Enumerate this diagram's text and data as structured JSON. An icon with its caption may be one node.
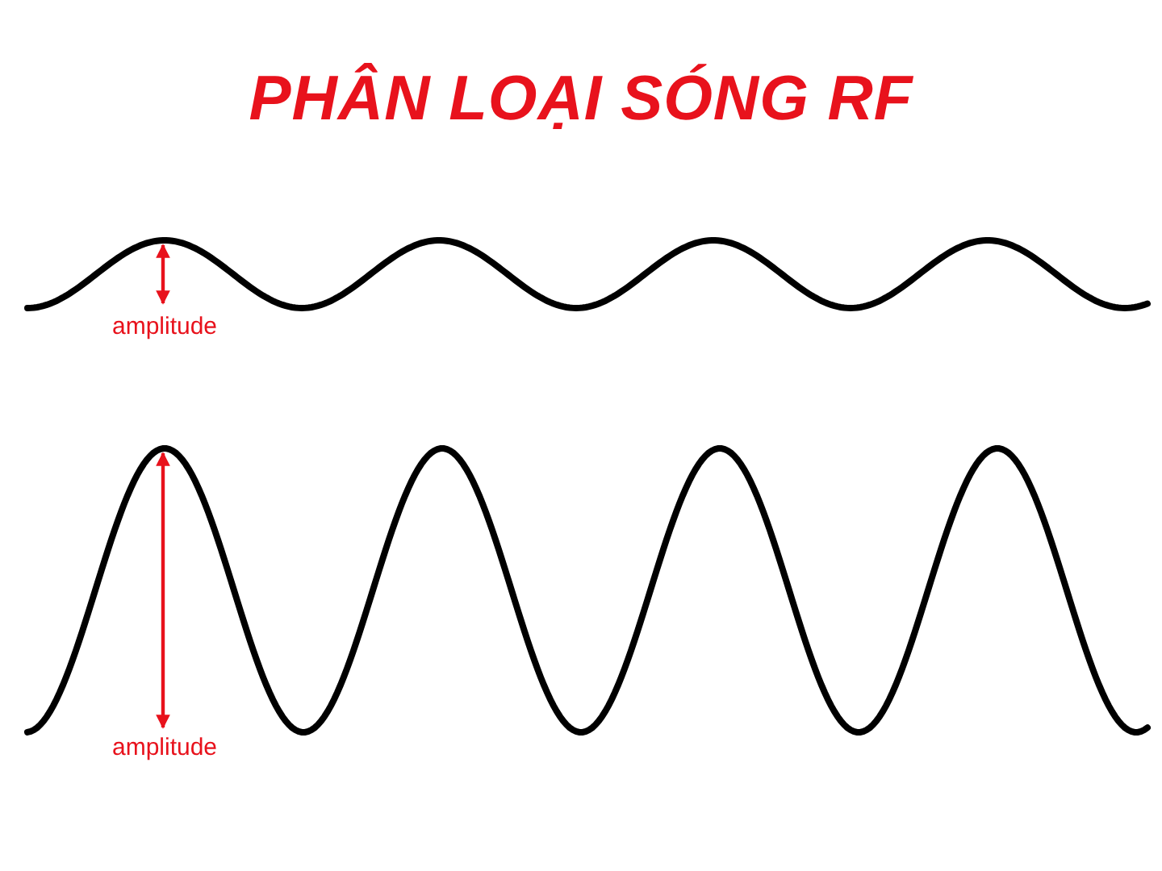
{
  "diagram": {
    "title": "PHÂN LOẠI SÓNG RF",
    "labels": [
      "amplitude",
      "amplitude"
    ]
  }
}
